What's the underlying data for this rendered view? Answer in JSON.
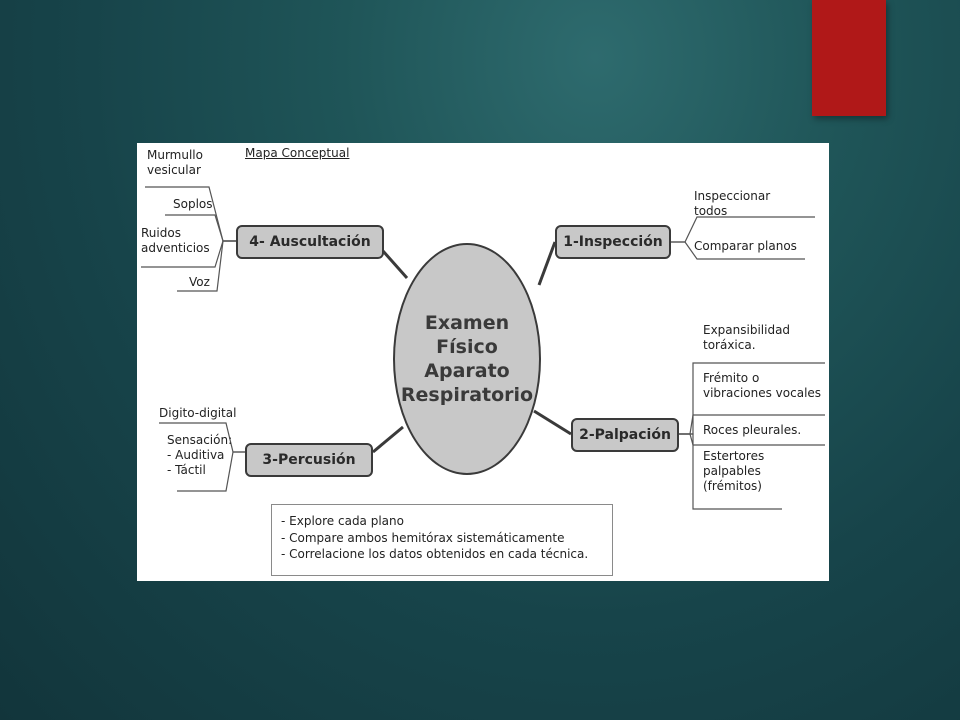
{
  "slide": {
    "accent_color": "#b01818"
  },
  "map": {
    "title": "Mapa Conceptual",
    "center": [
      "Examen",
      "Físico",
      "Aparato",
      "Respiratorio"
    ],
    "nodes": {
      "inspeccion": {
        "label": "1-Inspección",
        "items": [
          [
            "Inspeccionar",
            "todos"
          ],
          [
            "Comparar planos"
          ]
        ]
      },
      "palpacion": {
        "label": "2-Palpación",
        "items": [
          [
            "Expansibilidad",
            "toráxica."
          ],
          [
            "Frémito o",
            "vibraciones vocales"
          ],
          [
            "Roces pleurales."
          ],
          [
            "Estertores",
            "palpables",
            "(frémitos)"
          ]
        ]
      },
      "percusion": {
        "label": "3-Percusión",
        "items": [
          [
            "Digito-digital"
          ],
          [
            "Sensación:",
            "- Auditiva",
            "- Táctil"
          ]
        ]
      },
      "auscultacion": {
        "label": "4- Auscultación",
        "items": [
          [
            "Murmullo",
            "vesicular"
          ],
          [
            "Soplos"
          ],
          [
            "Ruidos",
            "adventicios"
          ],
          [
            "Voz"
          ]
        ]
      }
    },
    "notes": [
      "- Explore cada plano",
      "- Compare ambos hemitórax sistemáticamente",
      "- Correlacione los datos obtenidos en cada técnica."
    ]
  }
}
